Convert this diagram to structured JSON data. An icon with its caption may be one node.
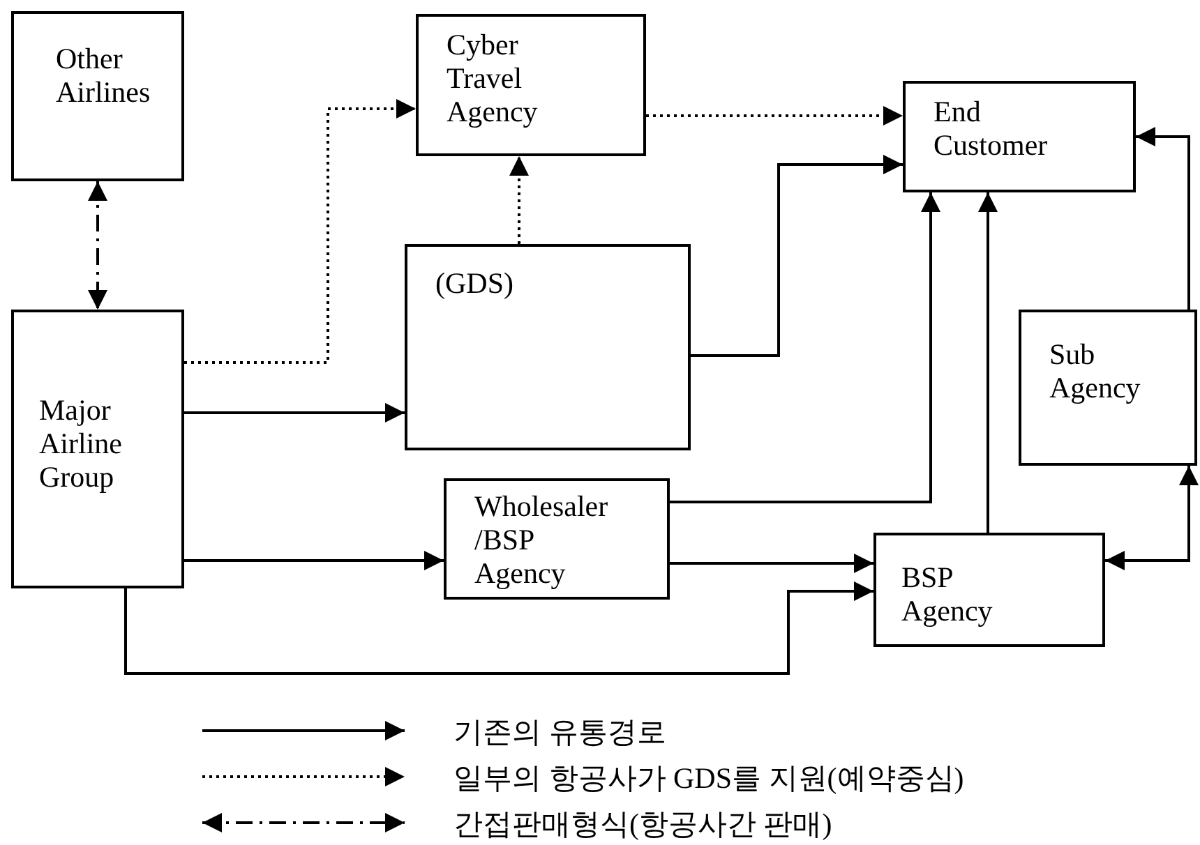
{
  "diagram": {
    "nodes": [
      {
        "text": [
          "Other Airlines"
        ]
      },
      {
        "text": [
          "Cyber Travel Agency"
        ]
      },
      {
        "text": [
          "End Customer"
        ]
      },
      {
        "text": [
          "(GDS)"
        ]
      },
      {
        "text": [
          "Major Airline Group"
        ]
      },
      {
        "text": [
          "Sub Agency"
        ]
      },
      {
        "text": [
          "Wholesaler /BSP Agency"
        ]
      },
      {
        "text": [
          "BSP Agency"
        ]
      }
    ],
    "edges": [
      {
        "from": 0,
        "to": 4,
        "arrow": "both",
        "style": "dashed"
      },
      {
        "from": 4,
        "to": 1,
        "arrow": "to",
        "style": "dashed"
      },
      {
        "from": 1,
        "to": 2,
        "arrow": "to",
        "style": "dashed"
      },
      {
        "from": 3,
        "to": 1,
        "arrow": "to",
        "style": "dashed"
      },
      {
        "from": 4,
        "to": 3,
        "arrow": "to"
      },
      {
        "from": 3,
        "to": 2,
        "arrow": "to"
      },
      {
        "from": 6,
        "to": 2,
        "arrow": "to"
      },
      {
        "from": 7,
        "to": 2,
        "arrow": "to"
      },
      {
        "from": 5,
        "to": 2,
        "arrow": "to"
      },
      {
        "from": 5,
        "to": 7,
        "arrow": "both"
      },
      {
        "from": 6,
        "to": 7,
        "arrow": "to"
      },
      {
        "from": 4,
        "to": 7,
        "arrow": "to"
      },
      {
        "from": 4,
        "to": 6,
        "arrow": "to"
      }
    ],
    "legend": [
      {
        "text": "기존의 유통경로"
      },
      {
        "text": "일부의 항공사가 GDS를 지원(예약중심)"
      },
      {
        "text": "간접판매형식(항공사간 판매)"
      }
    ]
  }
}
